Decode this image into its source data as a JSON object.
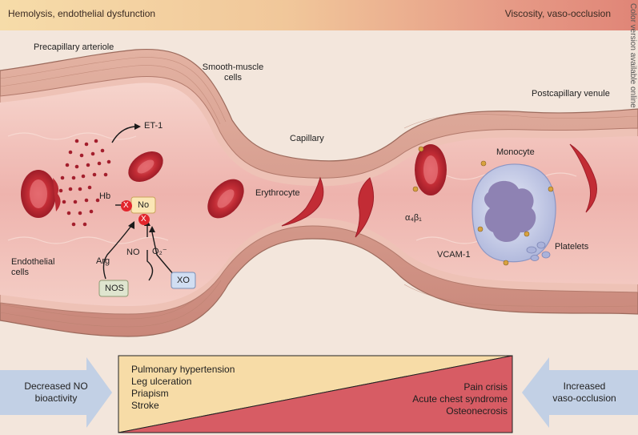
{
  "header": {
    "left_title": "Hemolysis, endothelial dysfunction",
    "right_title": "Viscosity, vaso-occlusion"
  },
  "side_note": "Color version available online",
  "labels": {
    "precapillary_arteriole": "Precapillary arteriole",
    "smooth_muscle_line1": "Smooth-muscle",
    "smooth_muscle_line2": "cells",
    "postcapillary_venule": "Postcapillary venule",
    "capillary": "Capillary",
    "monocyte": "Monocyte",
    "erythrocyte": "Erythrocyte",
    "et1": "ET-1",
    "hb": "Hb",
    "no_box": "No",
    "nos": "NOS",
    "xo": "XO",
    "arg": "Arg",
    "no": "NO",
    "o2": "O₂⁻",
    "x_mark": "X",
    "integrin": "α₄β₁",
    "platelets": "Platelets",
    "vcam": "VCAM-1",
    "endothelial_line1": "Endothelial",
    "endothelial_line2": "cells"
  },
  "bottom": {
    "left_arrow": [
      "Decreased NO",
      "bioactivity"
    ],
    "right_arrow": [
      "Increased",
      "vaso-occlusion"
    ],
    "left_conditions": [
      "Pulmonary hypertension",
      "Leg ulceration",
      "Priapism",
      "Stroke"
    ],
    "right_conditions": [
      "Pain crisis",
      "Acute chest syndrome",
      "Osteonecrosis"
    ]
  },
  "colors": {
    "lumen": "#f2c3be",
    "wall": "#d79b8c",
    "rbc": "#c8323a",
    "monocyte": "#c6cde6",
    "nucleus": "#8e82b3",
    "triangle_light": "#f7dca7",
    "triangle_dark": "#d75c64",
    "arrow": "#b9cbe6"
  }
}
